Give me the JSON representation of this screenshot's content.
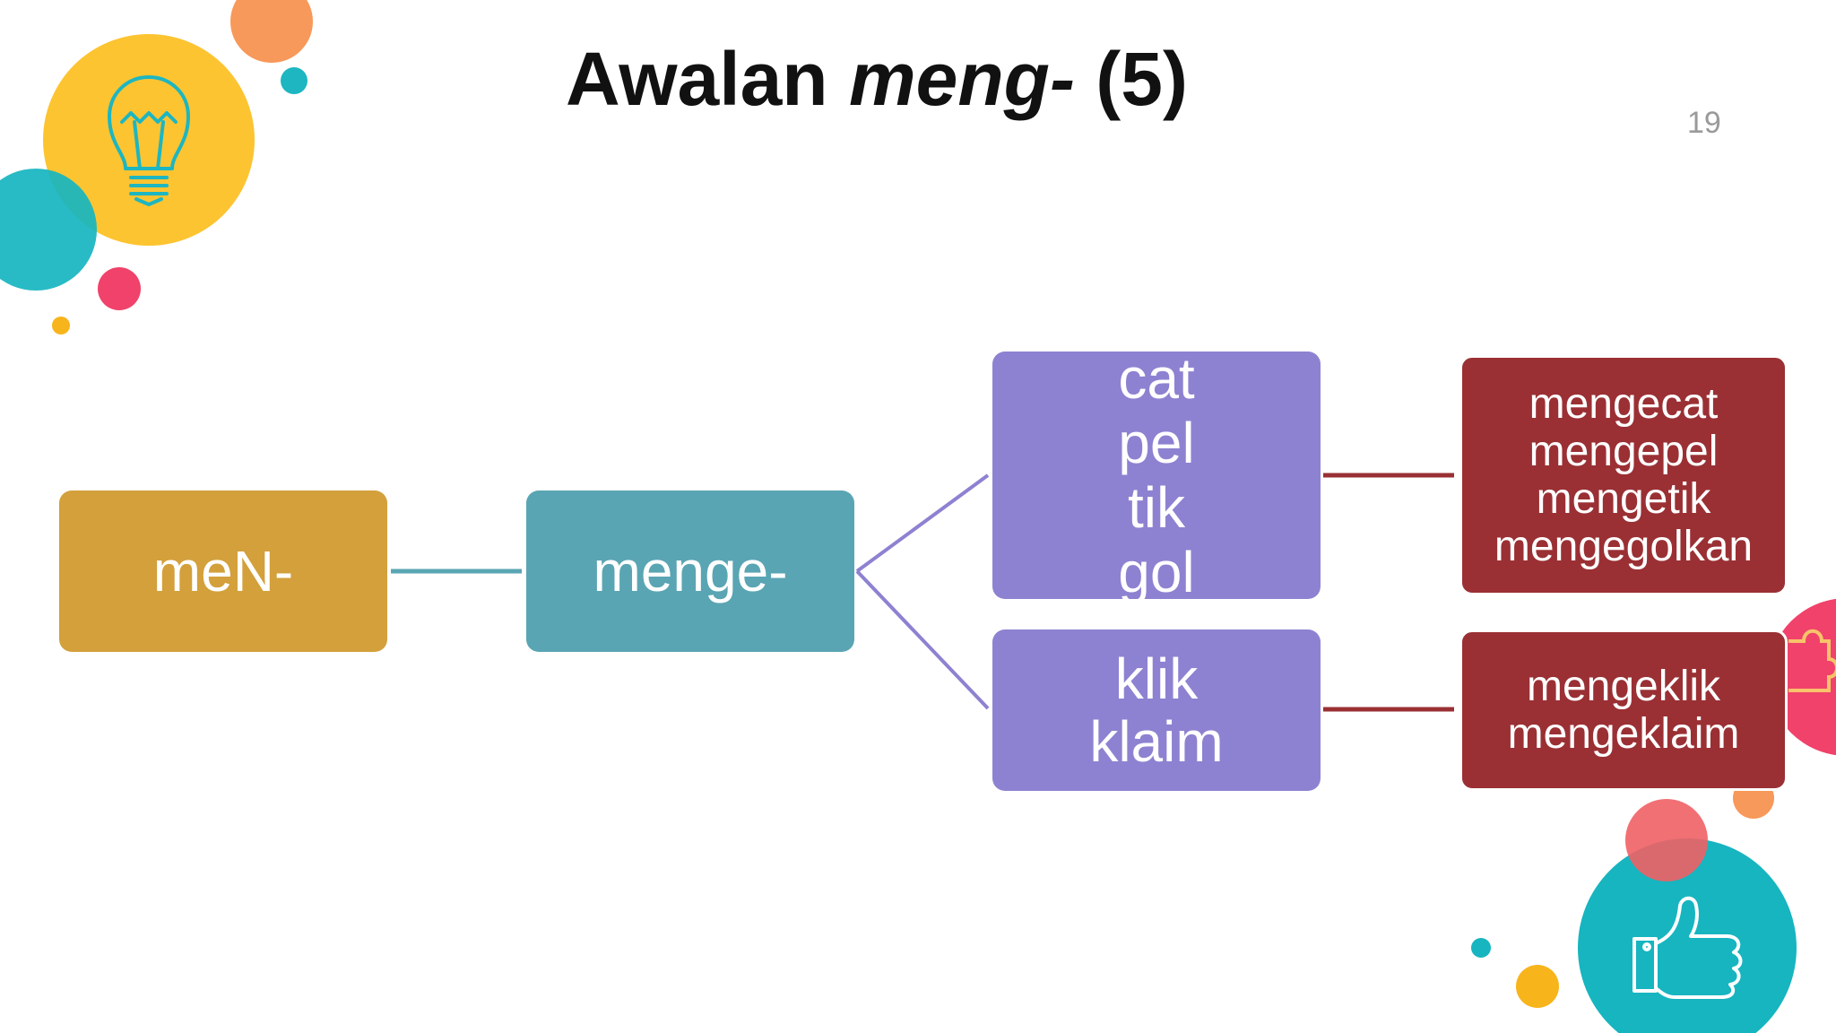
{
  "title": {
    "prefix": "Awalan ",
    "emphasis": "meng-",
    "suffix": " (5)"
  },
  "page_number": "19",
  "diagram": {
    "prefix_node": {
      "label": "meN-"
    },
    "variant_node": {
      "label": "menge-"
    },
    "root_groups": [
      {
        "roots": [
          "cat",
          "pel",
          "tik",
          "gol"
        ]
      },
      {
        "roots": [
          "klik",
          "klaim"
        ]
      }
    ],
    "result_groups": [
      {
        "words": [
          "mengecat",
          "mengepel",
          "mengetik",
          "mengegolkan"
        ]
      },
      {
        "words": [
          "mengeklik",
          "mengeklaim"
        ]
      }
    ]
  },
  "colors": {
    "prefix_node": "#d3a03b",
    "variant_node": "#5aa5b3",
    "root_nodes": "#8d82d1",
    "result_nodes": "#9a3034",
    "connector_teal": "#5aa5b3",
    "connector_purple": "#8d82d1",
    "connector_red": "#9a3034"
  },
  "icons": {
    "top_left": "lightbulb-icon",
    "bottom_right": "thumbs-up-icon"
  }
}
